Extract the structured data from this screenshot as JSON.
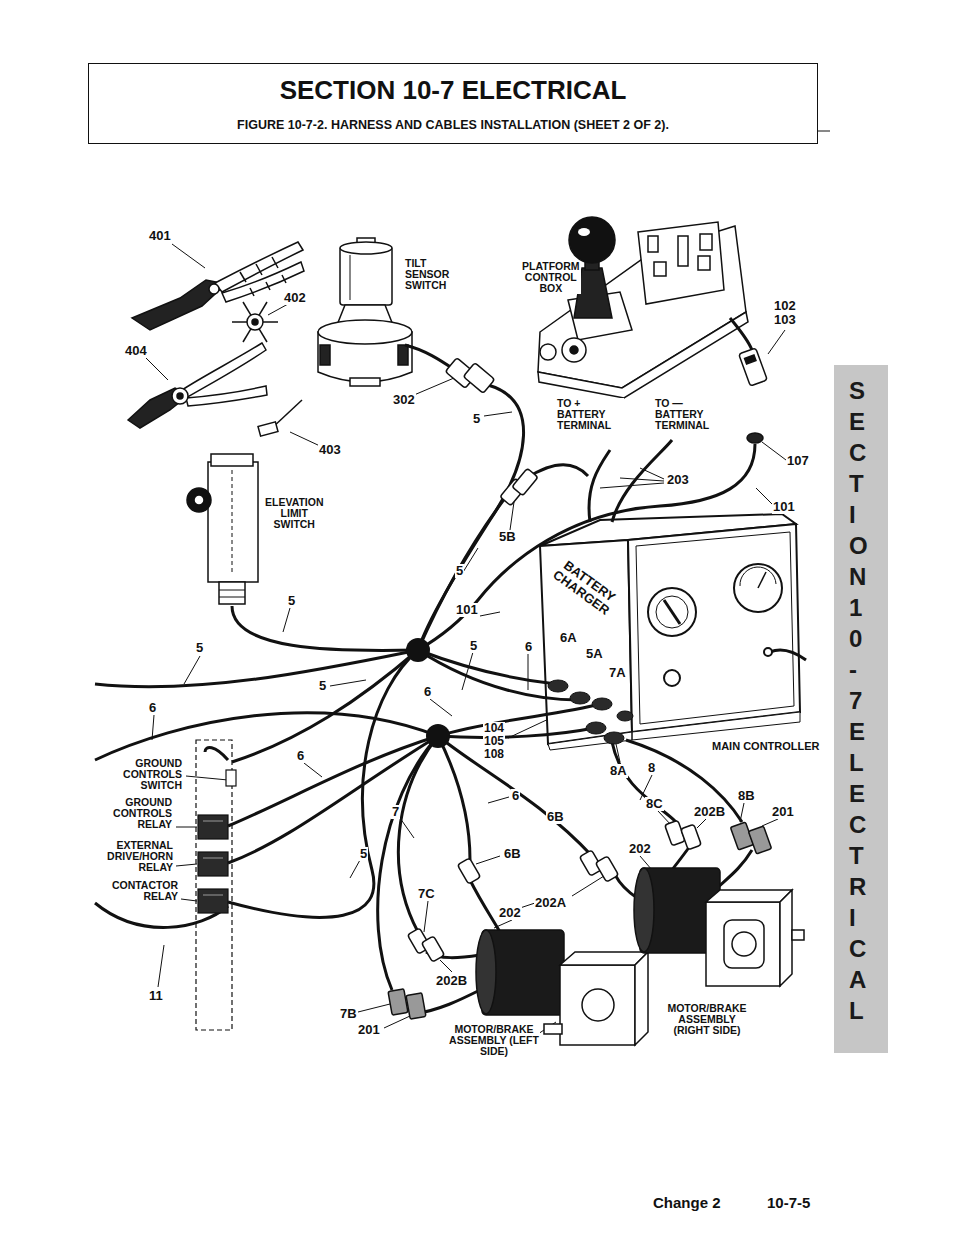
{
  "diagram": {
    "nodes": [
      {
        "text": [
          "SECTION 10-7 ELECTRICAL",
          "FIGURE 10-7-2. HARNESS AND CABLES INSTALLATION (SHEET 2 OF 2)."
        ]
      },
      {
        "text": [
          "SECTION 10-7 ELECTRICAL"
        ]
      }
    ],
    "labels": [
      "401",
      "402",
      "404",
      "403",
      "TILT SENSOR SWITCH",
      "PLATFORM CONTROL BOX",
      "102",
      "103",
      "302",
      "5",
      "TO + BATTERY TERMINAL",
      "TO — BATTERY TERMINAL",
      "107",
      "203",
      "101",
      "5B",
      "ELEVATION LIMIT SWITCH",
      "5",
      "5",
      "101",
      "BATTERY CHARGER",
      "5",
      "5",
      "6",
      "6A",
      "5A",
      "7A",
      "5",
      "6",
      "6",
      "104",
      "105",
      "108",
      "MAIN CONTROLLER",
      "GROUND CONTROLS SWITCH",
      "6",
      "GROUND CONTROLS RELAY",
      "EXTERNAL DRIVE/HORN RELAY",
      "CONTACTOR RELAY",
      "5",
      "7",
      "6",
      "6B",
      "6B",
      "8A",
      "8",
      "8C",
      "202B",
      "8B",
      "201",
      "202",
      "202A",
      "7C",
      "202",
      "202B",
      "7B",
      "201",
      "MOTOR/BRAKE ASSEMBLY (LEFT SIDE)",
      "MOTOR/BRAKE ASSEMBLY (RIGHT SIDE)",
      "11",
      "Change 2",
      "10-7-5"
    ]
  }
}
